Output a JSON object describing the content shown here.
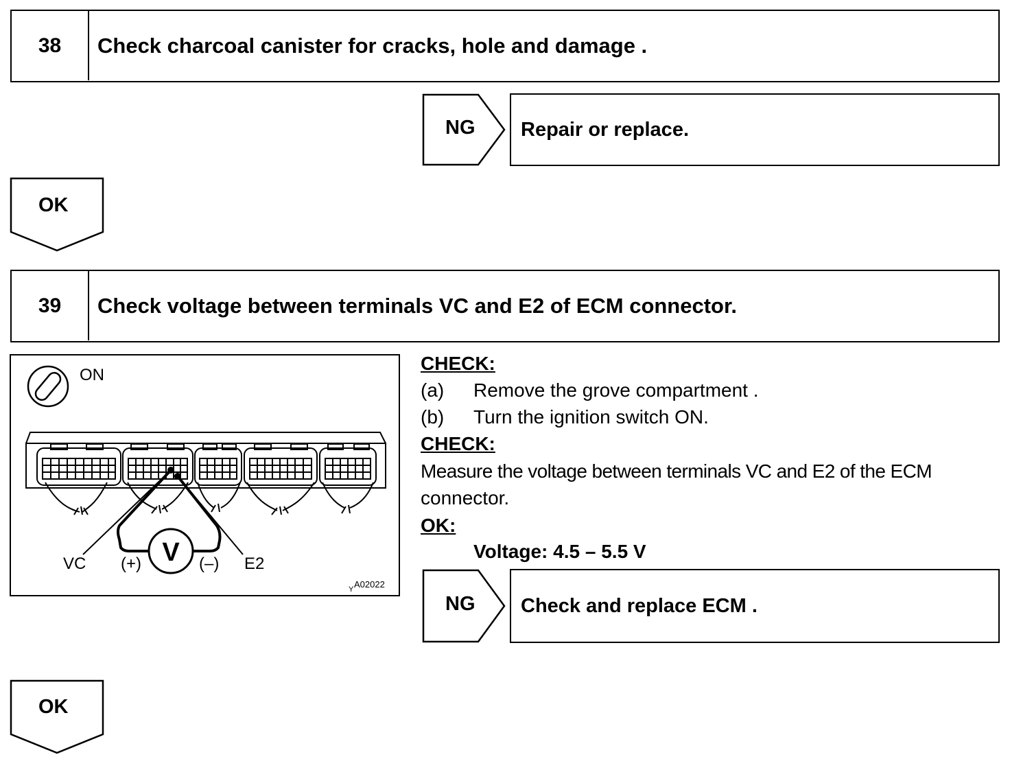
{
  "step38": {
    "number": "38",
    "title": "Check charcoal canister for cracks, hole and damage .",
    "ng_label": "NG",
    "ng_action": "Repair or replace.",
    "ok_label": "OK"
  },
  "step39": {
    "number": "39",
    "title": "Check voltage between terminals VC and E2 of ECM connector.",
    "illustration": {
      "switch_state": "ON",
      "terminal_vc": "VC",
      "terminal_e2": "E2",
      "plus": "(+)",
      "minus": "(–)",
      "meter": "V",
      "figure_code_prefix": "Y",
      "figure_code": "A02022"
    },
    "check1_header": "CHECK:",
    "items": [
      {
        "marker": "(a)",
        "text": "Remove the grove compartment ."
      },
      {
        "marker": "(b)",
        "text": "Turn the ignition switch ON."
      }
    ],
    "check2_header": "CHECK:",
    "measure_line1": "Measure the voltage between terminals VC and E2 of the ECM",
    "measure_line2": "connector.",
    "ok_header": "OK:",
    "spec": "Voltage: 4.5 – 5.5 V",
    "ng_label": "NG",
    "ng_action": "Check and replace ECM .",
    "ok_label": "OK"
  }
}
